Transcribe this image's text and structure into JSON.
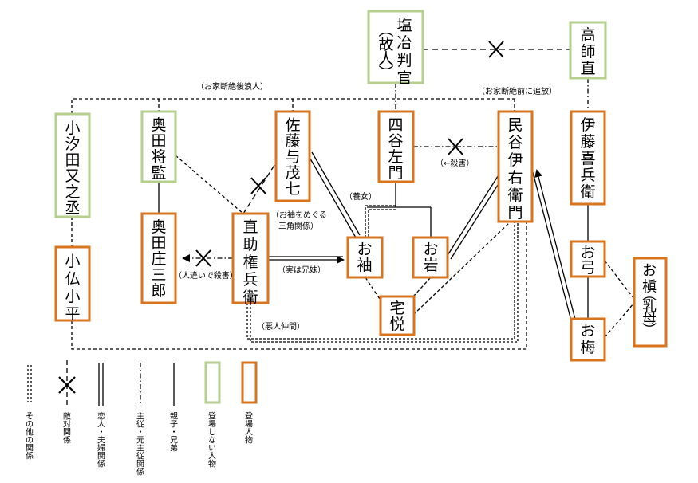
{
  "colors": {
    "appearing_border": "#d9741f",
    "absent_border": "#b5cf8c",
    "line": "#000000"
  },
  "nodes": {
    "shioji": "塩冶判官（故人）",
    "ko": "高師直",
    "koshio": "小汐田又之丞",
    "okuda_shogen": "奥田将監",
    "sato": "佐藤与茂七",
    "yotsuya": "四谷左門",
    "tamiya": "民谷伊右衛門",
    "ito": "伊藤喜兵衛",
    "okuda_shozaburo": "奥田庄三郎",
    "naosuke": "直助権兵衛",
    "osode": "お袖",
    "oiwa": "お岩",
    "takuetsu": "宅悦",
    "koheiji": "小仏小平",
    "oyumi": "お弓",
    "oume": "お梅",
    "omaki": "お槇（乳母）"
  },
  "labels": {
    "rounin": "（お家断絶後浪人）",
    "tsuihou": "（お家断絶前に追放）",
    "satsugai": "（←殺害）",
    "youjo": "（養女）",
    "sankaku1": "（お袖をめぐる",
    "sankaku2": "三角関係）",
    "hitochigai": "（人違いで殺害）",
    "kyoudai": "（実は兄妹）",
    "akunin": "（悪人仲間）"
  },
  "legend": {
    "other": "その他の関係",
    "enemy": "敵対関係",
    "lover": "恋人・夫婦関係",
    "master": "主従・元主従関係",
    "family": "親子・兄弟",
    "absent": "登場しない人物",
    "present": "登場人物"
  }
}
